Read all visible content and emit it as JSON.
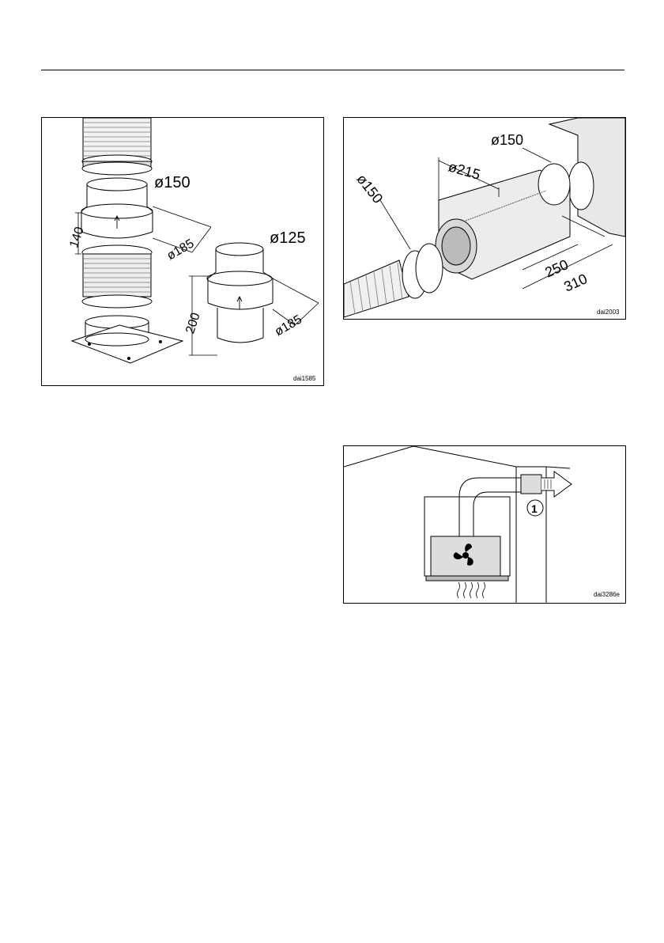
{
  "figure1": {
    "dimensions": [
      "ø150",
      "140",
      "ø185",
      "ø125",
      "200",
      "ø185"
    ],
    "code": "dai1585"
  },
  "figure2": {
    "dimensions": [
      "ø150",
      "ø215",
      "ø150",
      "250",
      "310"
    ],
    "code": "dai2003"
  },
  "figure3": {
    "callout": "1",
    "code": "dai3286e"
  }
}
